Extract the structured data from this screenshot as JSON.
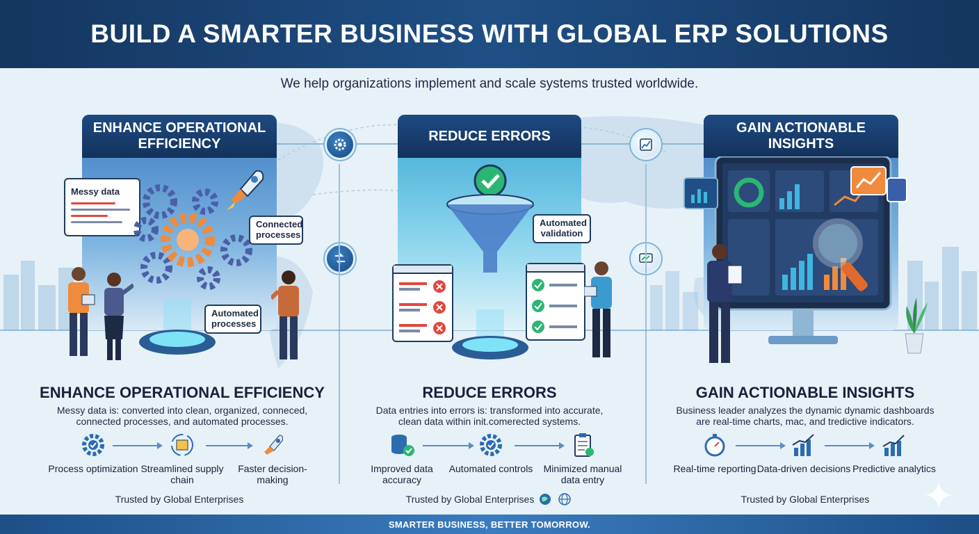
{
  "header": {
    "title": "BUILD A SMARTER BUSINESS WITH GLOBAL ERP SOLUTIONS"
  },
  "subtitle": "We help organizations implement and scale systems trusted worldwide.",
  "sections": [
    {
      "panel_title": "ENHANCE OPERATIONAL EFFICIENCY",
      "callouts": {
        "messy": "Messy data",
        "connected": "Connected processes",
        "automated": "Automated processes"
      },
      "title": "ENHANCE OPERATIONAL EFFICIENCY",
      "description_1": "Messy data is: converted into clean, organized, conneced,",
      "description_2": "connected processes, and automated processes.",
      "features": [
        {
          "label": "Process optimization",
          "icon": "gear-check-icon"
        },
        {
          "label": "Streamlined supply chain",
          "icon": "box-cycle-icon"
        },
        {
          "label": "Faster decision-making",
          "icon": "rocket-icon"
        }
      ],
      "trusted": "Trusted by Global Enterprises"
    },
    {
      "panel_title": "REDUCE ERRORS",
      "callouts": {
        "validation": "Automated validation"
      },
      "title": "REDUCE ERRORS",
      "description_1": "Data entries into errors is: transformed into accurate,",
      "description_2": "clean data within init.comerected systems.",
      "features": [
        {
          "label": "Improved data accuracy",
          "icon": "database-check-icon"
        },
        {
          "label": "Automated controls",
          "icon": "gear-check-icon"
        },
        {
          "label": "Minimized manual data entry",
          "icon": "clipboard-icon"
        }
      ],
      "trusted": "Trusted by Global Enterprises"
    },
    {
      "panel_title": "GAIN ACTIONABLE INSIGHTS",
      "title": "GAIN ACTIONABLE INSIGHTS",
      "description_1": "Business leader analyzes the dynamic dynamic dashboards",
      "description_2": "are real-time charts, mac, and tredictive indicators.",
      "features": [
        {
          "label": "Real-time reporting",
          "icon": "stopwatch-icon"
        },
        {
          "label": "Data-driven decisions",
          "icon": "bar-chart-icon"
        },
        {
          "label": "Predictive analytics",
          "icon": "trend-chart-icon"
        }
      ],
      "trusted": "Trusted by Global Enterprises"
    }
  ],
  "footer": "SMARTER BUSINESS, BETTER TOMORROW.",
  "colors": {
    "navy": "#14365f",
    "accent": "#3a7fc2",
    "orange": "#f08a3c",
    "green": "#2bb673",
    "red": "#e0483e"
  }
}
